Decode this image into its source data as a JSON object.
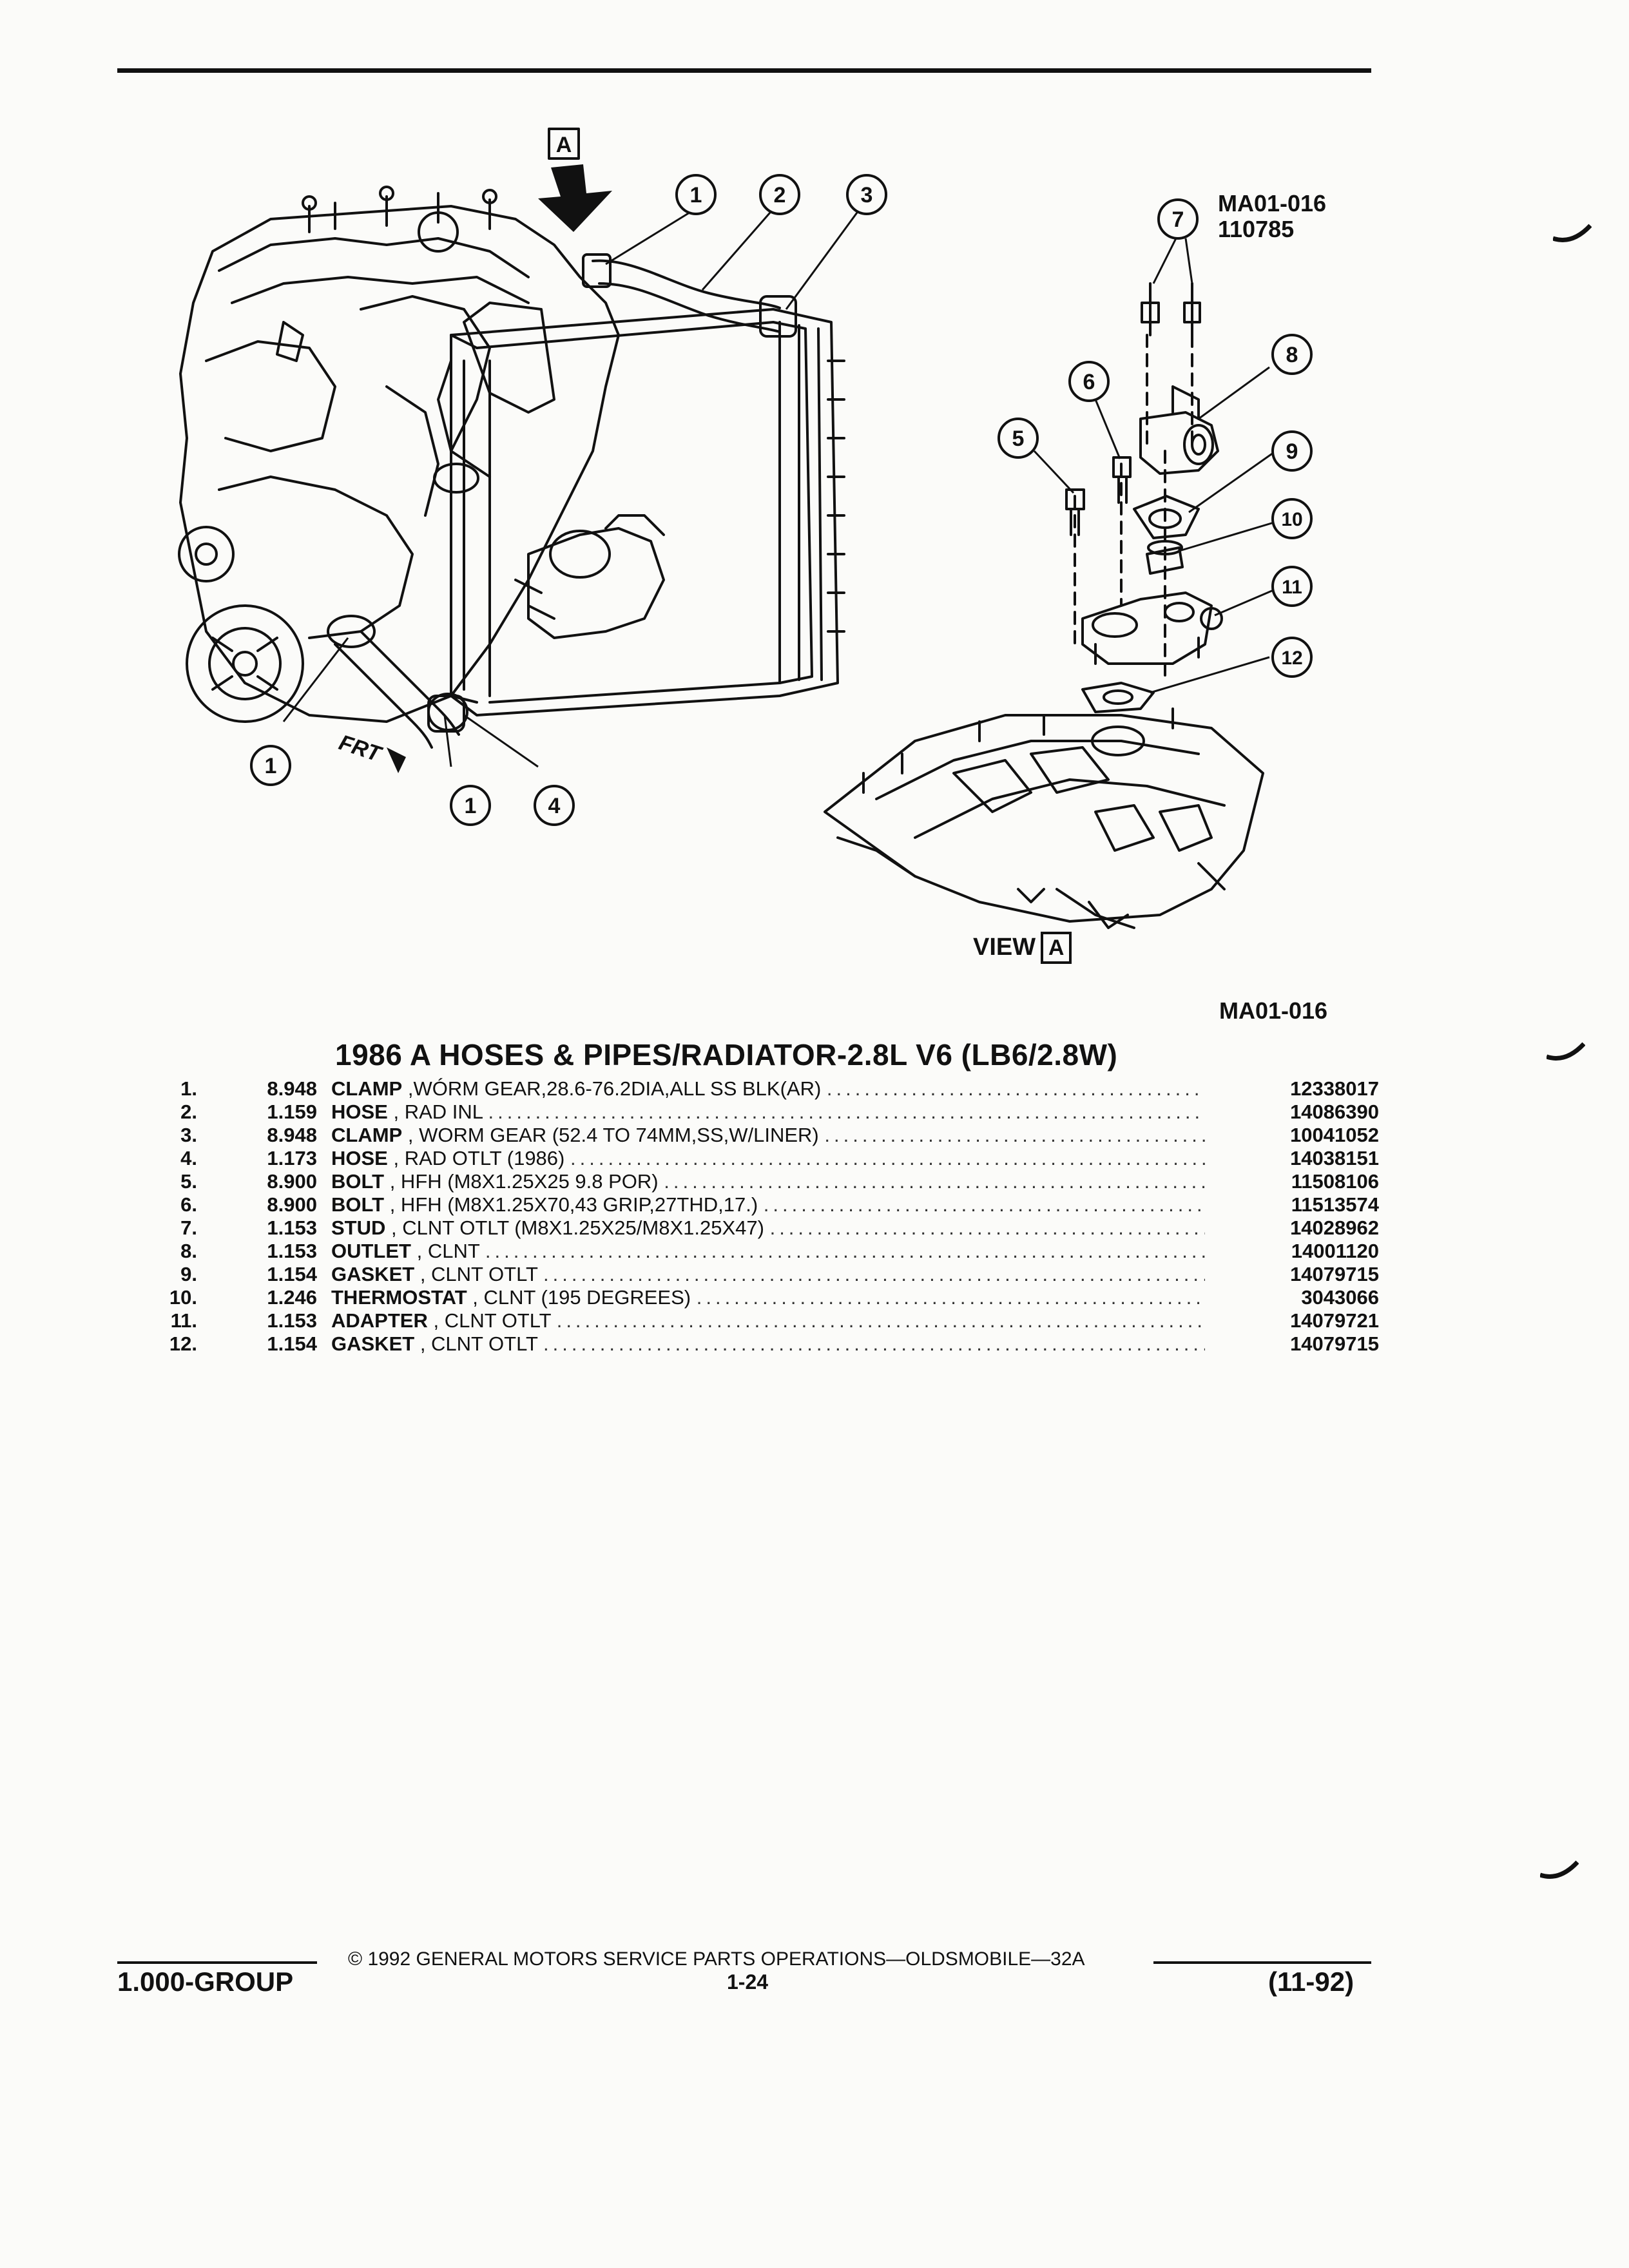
{
  "figure": {
    "code_top": "MA01-016",
    "date_code": "110785",
    "code_bottom": "MA01-016",
    "view_word": "VIEW",
    "view_letter": "A",
    "arrow_letter": "A",
    "front_label": "FRT",
    "callouts": [
      "1",
      "2",
      "3",
      "1",
      "1",
      "4",
      "5",
      "6",
      "7",
      "8",
      "9",
      "10",
      "11",
      "12"
    ]
  },
  "section_title": "1986 A HOSES & PIPES/RADIATOR-2.8L V6 (LB6/2.8W)",
  "parts": [
    {
      "num": "1.",
      "code": "8.948",
      "name": "CLAMP",
      "spec": ",WÓRM GEAR,28.6-76.2DIA,ALL SS BLK(AR)",
      "part_no": "12338017"
    },
    {
      "num": "2.",
      "code": "1.159",
      "name": "HOSE",
      "spec": ", RAD INL",
      "part_no": "14086390"
    },
    {
      "num": "3.",
      "code": "8.948",
      "name": "CLAMP",
      "spec": ", WORM GEAR (52.4 TO 74MM,SS,W/LINER)",
      "part_no": "10041052"
    },
    {
      "num": "4.",
      "code": "1.173",
      "name": "HOSE",
      "spec": ", RAD OTLT (1986)",
      "part_no": "14038151"
    },
    {
      "num": "5.",
      "code": "8.900",
      "name": "BOLT",
      "spec": ", HFH (M8X1.25X25 9.8 POR)",
      "part_no": "11508106"
    },
    {
      "num": "6.",
      "code": "8.900",
      "name": "BOLT",
      "spec": ", HFH (M8X1.25X70,43 GRIP,27THD,17.)",
      "part_no": "11513574"
    },
    {
      "num": "7.",
      "code": "1.153",
      "name": "STUD",
      "spec": ", CLNT OTLT (M8X1.25X25/M8X1.25X47)",
      "part_no": "14028962"
    },
    {
      "num": "8.",
      "code": "1.153",
      "name": "OUTLET",
      "spec": ", CLNT",
      "part_no": "14001120"
    },
    {
      "num": "9.",
      "code": "1.154",
      "name": "GASKET",
      "spec": ", CLNT OTLT",
      "part_no": "14079715"
    },
    {
      "num": "10.",
      "code": "1.246",
      "name": "THERMOSTAT",
      "spec": ", CLNT (195 DEGREES)",
      "part_no": "3043066"
    },
    {
      "num": "11.",
      "code": "1.153",
      "name": "ADAPTER",
      "spec": ", CLNT OTLT",
      "part_no": "14079721"
    },
    {
      "num": "12.",
      "code": "1.154",
      "name": "GASKET",
      "spec": ", CLNT OTLT",
      "part_no": "14079715"
    }
  ],
  "footer": {
    "copyright": "© 1992 GENERAL MOTORS SERVICE PARTS OPERATIONS—OLDSMOBILE—32A",
    "group": "1.000-GROUP",
    "page": "1-24",
    "date": "(11-92)"
  }
}
